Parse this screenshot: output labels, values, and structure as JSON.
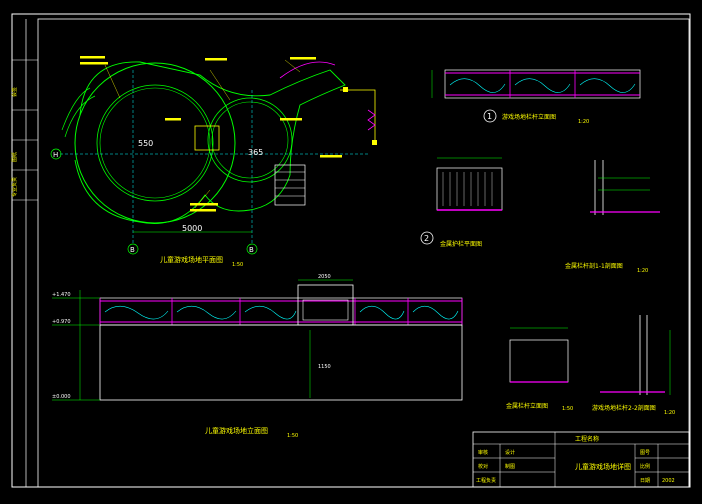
{
  "colors": {
    "background": "#000000",
    "frame": "#ffffff",
    "label": "#ffff00",
    "outline": "#00ff00",
    "leader": "#00ffff",
    "railing": "#ff00ff",
    "dimension": "#ff0000"
  },
  "titles": {
    "plan": "儿童游戏场地平面图",
    "plan_scale": "1:50",
    "front_elevation": "儿童游戏场地立面图",
    "front_elevation_scale": "1:50",
    "detail1": "游戏场地栏杆立面图",
    "detail1_scale": "1:20",
    "detail2": "金属护栏平面图",
    "section": "金属栏杆剖1-1剖面图",
    "section_scale": "1:20",
    "small_elev": "金属栏杆立面图",
    "small_elev_scale": "1:50",
    "section2": "游戏场地栏杆2-2剖面图",
    "section2_scale": "1:20"
  },
  "plan_labels": {
    "dim_width": "5000",
    "dim_a": "550",
    "dim_b": "365",
    "grid_h": "H",
    "grid_b": "B",
    "grid_b2": "B",
    "detail_no_1": "1",
    "detail_no_2": "2"
  },
  "elevation_labels": {
    "level_top": "+1.470",
    "level_mid": "+0.970",
    "level_bottom": "±0.000",
    "dim_2050": "2050",
    "dim_1150": "1150"
  },
  "title_block": {
    "project": "工程名称",
    "drawing_name": "儿童游戏场地详图",
    "row1": [
      "审核",
      "设计",
      "图号"
    ],
    "row2": [
      "校对",
      "制图",
      "比例"
    ],
    "row3": [
      "工程负责",
      "日期",
      "2002"
    ],
    "sidebar": [
      "会签",
      "图纸",
      "专业负责"
    ]
  }
}
